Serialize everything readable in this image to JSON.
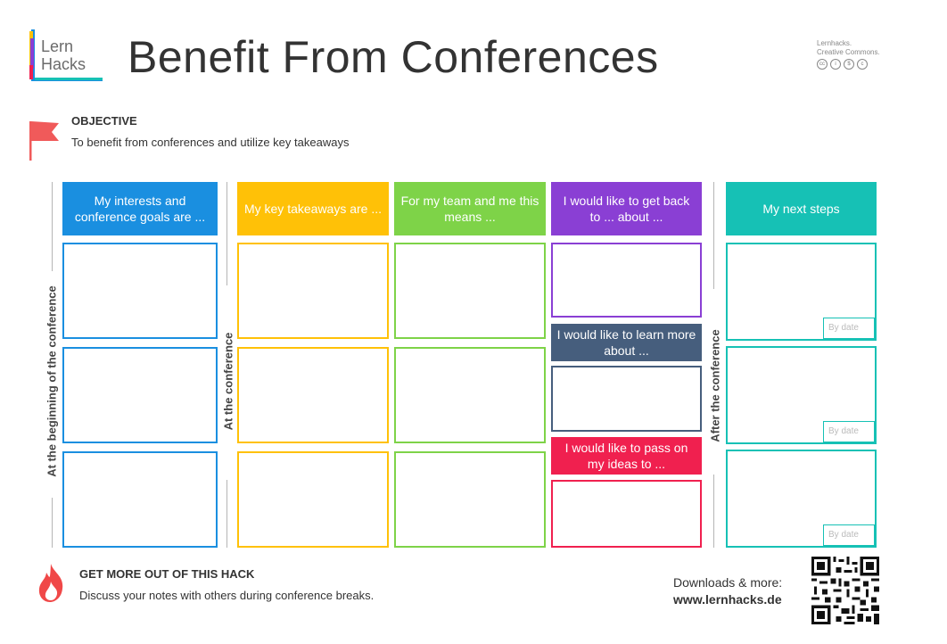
{
  "header": {
    "logo_text_line1": "Lern",
    "logo_text_line2": "Hacks",
    "title": "Benefit From Conferences",
    "license_line1": "Lernhacks.",
    "license_line2": "Creative Commons."
  },
  "objective": {
    "heading": "OBJECTIVE",
    "text": "To benefit from conferences and utilize key takeaways"
  },
  "phases": {
    "beginning": "At the beginning of the conference",
    "during": "At the conference",
    "after": "After the conference"
  },
  "columns": {
    "interests": "My interests and conference goals are ...",
    "takeaways": "My key takeaways are ...",
    "team": "For my team and me this means ...",
    "get_back": "I would like to get back to ... about ...",
    "learn_more": "I would like to learn more about ...",
    "pass_on": "I would like to pass on my ideas to ...",
    "next_steps": "My next steps"
  },
  "by_date_label": "By date",
  "footer": {
    "heading": "GET MORE OUT OF THIS HACK",
    "text": "Discuss your notes with others during conference breaks.",
    "downloads_label": "Downloads & more:",
    "url": "www.lernhacks.de"
  },
  "colors": {
    "blue": "#1a8fe0",
    "yellow": "#ffc107",
    "green": "#7ed348",
    "purple": "#8a3fd4",
    "slate": "#465e7d",
    "pink": "#f0204f",
    "teal": "#16c1b5",
    "red_icon": "#f04848"
  }
}
